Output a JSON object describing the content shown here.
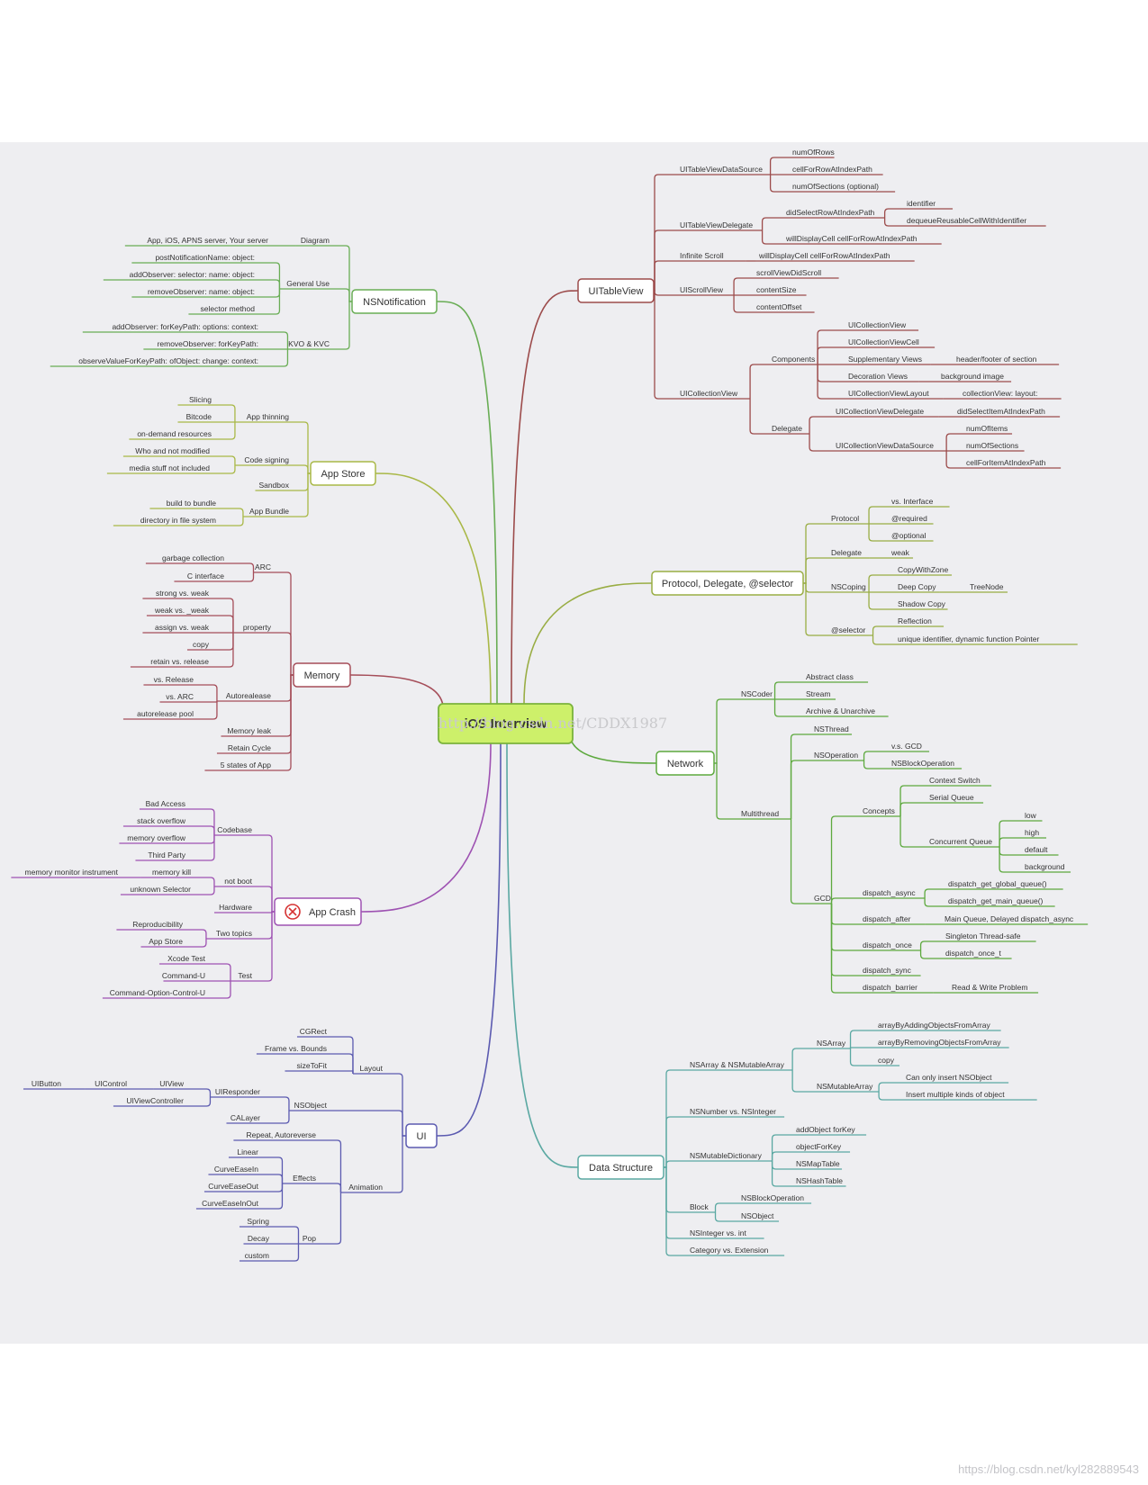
{
  "root": "iOS Interview",
  "watermark_center": "http://blog.csdn.net/CDDX1987",
  "watermark_corner": "https://blog.csdn.net/kyl282889543",
  "colors": {
    "background": "#eeeef1",
    "page": "#ffffff",
    "root_fill": "#cdf06a",
    "root_border": "#7bb33c",
    "branch_fill": "#ffffff",
    "crash_icon": "#d63333",
    "UITableView": "#9c4b4b",
    "Protocol": "#99ad44",
    "Network": "#5da93e",
    "DataStructure": "#5aa8a2",
    "NSNotification": "#69ad55",
    "AppStore": "#a9b847",
    "Memory": "#a54d59",
    "AppCrash": "#9e52b2",
    "UI": "#5b5ab0"
  },
  "branches": [
    {
      "id": "UITableView",
      "label": "UITableView",
      "icon": ""
    },
    {
      "id": "Protocol",
      "label": "Protocol, Delegate, @selector",
      "icon": ""
    },
    {
      "id": "Network",
      "label": "Network",
      "icon": ""
    },
    {
      "id": "DataStructure",
      "label": "Data Structure",
      "icon": ""
    },
    {
      "id": "NSNotification",
      "label": "NSNotification",
      "icon": ""
    },
    {
      "id": "AppStore",
      "label": "App Store",
      "icon": ""
    },
    {
      "id": "Memory",
      "label": "Memory",
      "icon": ""
    },
    {
      "id": "AppCrash",
      "label": "App Crash",
      "icon": "crash-x-icon"
    },
    {
      "id": "UI",
      "label": "UI",
      "icon": ""
    }
  ],
  "labels": {
    "UITableView": [
      "UITableViewDataSource",
      "numOfRows",
      "cellForRowAtIndexPath",
      "numOfSections (optional)",
      "UITableViewDelegate",
      "didSelectRowAtIndexPath",
      "identifier",
      "dequeueReusableCellWithIdentifier",
      "willDisplayCell cellForRowAtIndexPath",
      "Infinite Scroll",
      "willDisplayCell cellForRowAtIndexPath",
      "UIScrollView",
      "scrollViewDidScroll",
      "contentSize",
      "contentOffset",
      "UICollectionView",
      "Components",
      "UICollectionView",
      "UICollectionViewCell",
      "Supplementary Views",
      "header/footer of section",
      "Decoration Views",
      "background image",
      "UICollectionViewLayout",
      "collectionView: layout:",
      "Delegate",
      "UICollectionViewDelegate",
      "didSelectItemAtIndexPath",
      "UICollectionViewDataSource",
      "numOfItems",
      "numOfSections",
      "cellForItemAtIndexPath"
    ],
    "Protocol": [
      "Protocol",
      "vs. Interface",
      "@required",
      "@optional",
      "Delegate",
      "weak",
      "NSCoping",
      "CopyWithZone",
      "Deep Copy",
      "TreeNode",
      "Shadow Copy",
      "@selector",
      "Reflection",
      "unique identifier, dynamic function Pointer"
    ],
    "Network": [
      "NSCoder",
      "Abstract class",
      "Stream",
      "Archive & Unarchive",
      "Multithread",
      "NSThread",
      "NSOperation",
      "v.s. GCD",
      "NSBlockOperation",
      "GCD",
      "Concepts",
      "Context Switch",
      "Serial Queue",
      "Concurrent Queue",
      "low",
      "high",
      "default",
      "background",
      "dispatch_async",
      "dispatch_get_global_queue()",
      "dispatch_get_main_queue()",
      "dispatch_after",
      "Main Queue, Delayed dispatch_async",
      "dispatch_once",
      "Singleton Thread-safe",
      "dispatch_once_t",
      "dispatch_sync",
      "dispatch_barrier",
      "Read & Write Problem"
    ],
    "DataStructure": [
      "NSArray & NSMutableArray",
      "NSArray",
      "arrayByAddingObjectsFromArray",
      "arrayByRemovingObjectsFromArray",
      "copy",
      "NSMutableArray",
      "Can only insert NSObject",
      "Insert multiple kinds of object",
      "NSNumber vs. NSInteger",
      "NSMutableDictionary",
      "addObject forKey",
      "objectForKey",
      "NSMapTable",
      "NSHashTable",
      "Block",
      "NSBlockOperation",
      "NSObject",
      "NSInteger vs. int",
      "Category vs. Extension"
    ],
    "NSNotification": [
      "Diagram",
      "App, iOS, APNS server, Your server",
      "General Use",
      "postNotificationName: object:",
      "addObserver: selector: name: object:",
      "removeObserver: name: object:",
      "selector method",
      "KVO & KVC",
      "addObserver: forKeyPath: options: context:",
      "removeObserver: forKeyPath:",
      "observeValueForKeyPath: ofObject: change: context:"
    ],
    "AppStore": [
      "App thinning",
      "Slicing",
      "Bitcode",
      "on-demand resources",
      "Code signing",
      "Who and not modified",
      "media stuff not included",
      "Sandbox",
      "App Bundle",
      "build to bundle",
      "directory in file system"
    ],
    "Memory": [
      "ARC",
      "garbage collection",
      "C interface",
      "property",
      "strong vs. weak",
      "weak vs. _weak",
      "assign vs. weak",
      "copy",
      "retain vs. release",
      "Autorealease",
      "vs. Release",
      "vs. ARC",
      "autorelease pool",
      "Memory leak",
      "Retain Cycle",
      "5 states of App"
    ],
    "AppCrash": [
      "Codebase",
      "Bad Access",
      "stack overflow",
      "memory overflow",
      "Third Party",
      "not boot",
      "memory kill",
      "memory monitor instrument",
      "unknown Selector",
      "Hardware",
      "Two topics",
      "Reproducibility",
      "App Store",
      "Test",
      "Xcode Test",
      "Command-U",
      "Command-Option-Control-U"
    ],
    "UI": [
      "Layout",
      "CGRect",
      "Frame vs. Bounds",
      "sizeToFit",
      "NSObject",
      "UIResponder",
      "UIView",
      "UIControl",
      "UIButton",
      "UIViewController",
      "CALayer",
      "Animation",
      "Repeat, Autoreverse",
      "Effects",
      "Linear",
      "CurveEaseIn",
      "CurveEaseOut",
      "CurveEaseInOut",
      "Pop",
      "Spring",
      "Decay",
      "custom"
    ]
  }
}
